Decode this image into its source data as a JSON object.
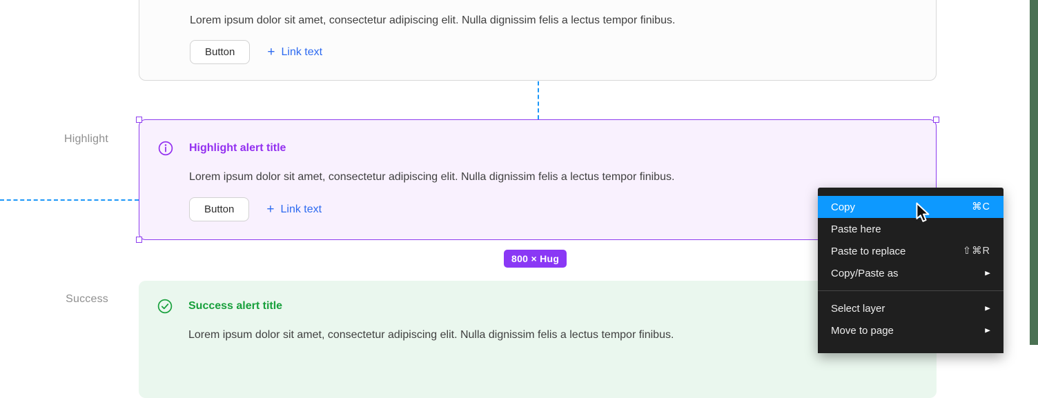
{
  "colors": {
    "selection_purple": "#8d3bef",
    "highlight_bg": "#f9f1fe",
    "highlight_title": "#9330f0",
    "success_bg": "#eaf7ee",
    "success_green": "#18a03c",
    "link_blue": "#2d6af0",
    "badge_purple": "#8a38f5",
    "menu_bg": "#1f1f1f",
    "menu_highlight_blue": "#0d99ff",
    "guide_blue": "#1a96f8",
    "side_strip_green": "#4a7153"
  },
  "canvas_labels": {
    "highlight": "Highlight",
    "success": "Success"
  },
  "size_badge": {
    "text": "800 × Hug"
  },
  "alerts": {
    "top_partial": {
      "body": "Lorem ipsum dolor sit amet, consectetur adipiscing elit. Nulla dignissim felis a lectus tempor finibus.",
      "button_label": "Button",
      "link_plus": "+",
      "link_label": "Link text"
    },
    "highlight": {
      "icon": "info-circle-icon",
      "title": "Highlight alert title",
      "body": "Lorem ipsum dolor sit amet, consectetur adipiscing elit. Nulla dignissim felis a lectus tempor finibus.",
      "button_label": "Button",
      "link_plus": "+",
      "link_label": "Link text"
    },
    "success": {
      "icon": "check-circle-icon",
      "title": "Success alert title",
      "body": "Lorem ipsum dolor sit amet, consectetur adipiscing elit. Nulla dignissim felis a lectus tempor finibus."
    }
  },
  "context_menu": {
    "items": [
      {
        "label": "Copy",
        "shortcut": "⌘C"
      },
      {
        "label": "Paste here",
        "shortcut": ""
      },
      {
        "label": "Paste to replace",
        "shortcut": "⇧⌘R"
      },
      {
        "label": "Copy/Paste as"
      },
      {
        "label": "Select layer"
      },
      {
        "label": "Move to page"
      }
    ]
  }
}
